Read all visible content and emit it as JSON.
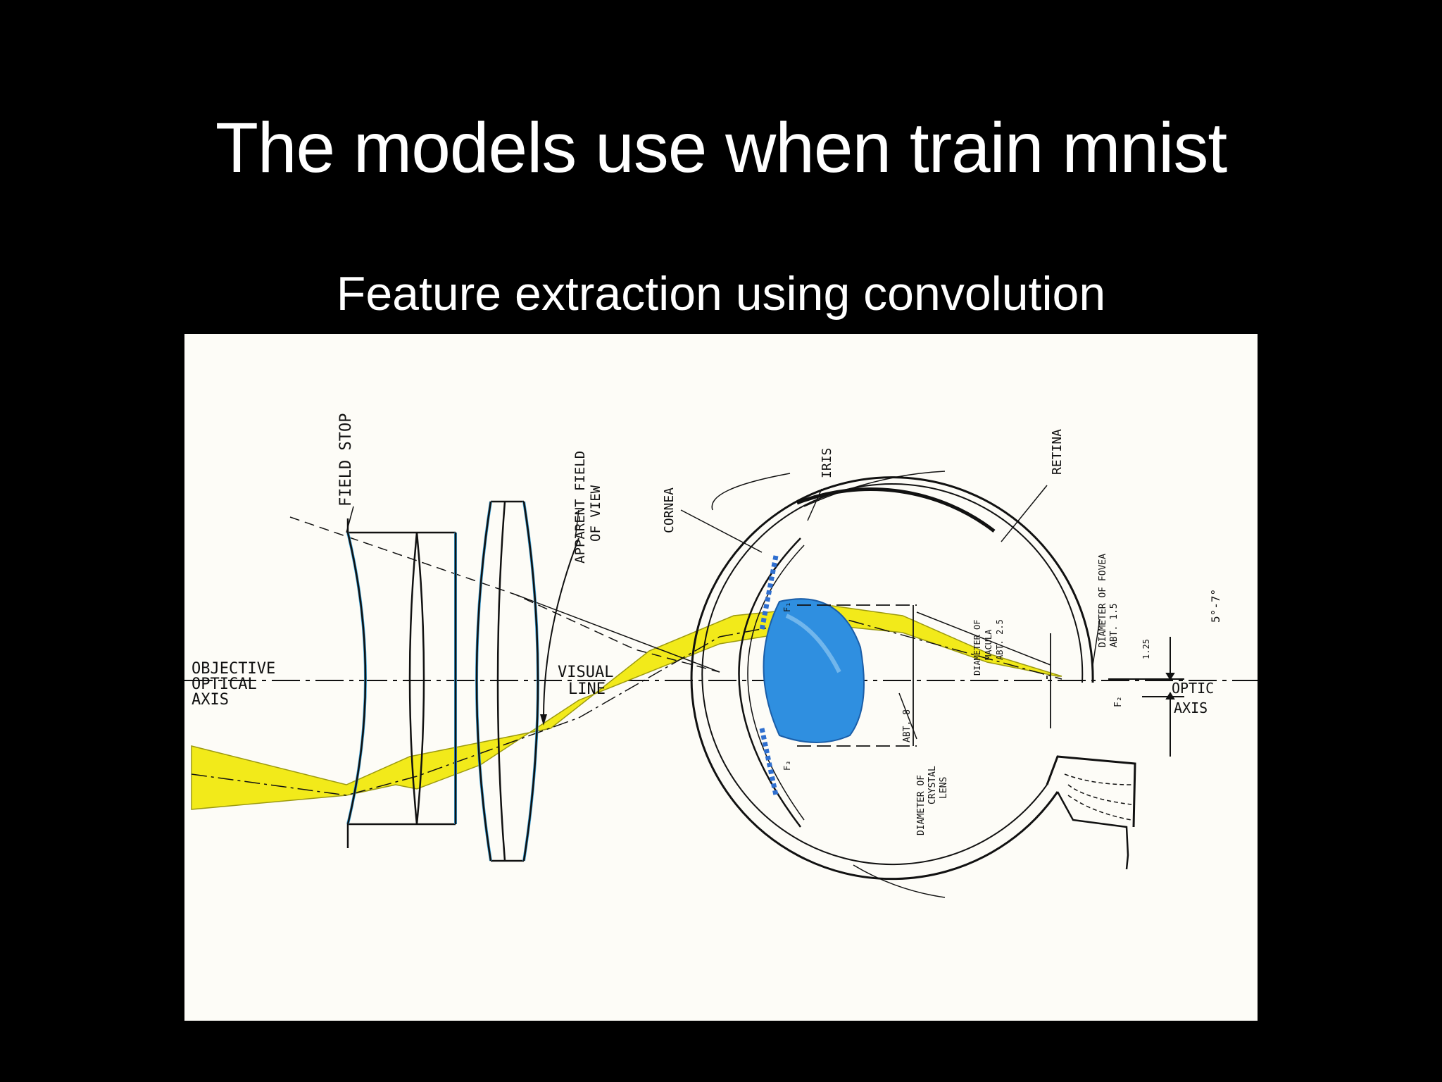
{
  "slide": {
    "title": "The models use when train mnist",
    "subtitle": "Feature extraction using convolution"
  },
  "diagram": {
    "labels": {
      "objective_axis": [
        "OBJECTIVE",
        "OPTICAL",
        "AXIS"
      ],
      "field_stop": "FIELD STOP",
      "apparent_field": [
        "APPARENT FIELD",
        "OF VIEW"
      ],
      "visual_line": [
        "VISUAL",
        "LINE"
      ],
      "cornea": "CORNEA",
      "iris": "IRIS",
      "retina": "RETINA",
      "macula": [
        "DIAMETER OF",
        "MACULA",
        "ABT. 2.5"
      ],
      "fovea": [
        "DIAMETER OF FOVEA",
        "ABT. 1.5"
      ],
      "crystal_lens": [
        "DIAMETER OF",
        "CRYSTAL",
        "LENS"
      ],
      "abt8": "ABT. 8",
      "dim_125": "1.25",
      "f2": "F₂",
      "angle": "5°-7°",
      "optic_axis": [
        "OPTIC",
        "AXIS"
      ],
      "f1": "F₁",
      "f3": "F₃"
    },
    "colors": {
      "light_beam": "#f2ea1a",
      "lens_fill": "#2f8fe0",
      "lens_outline": "#3aa0d6",
      "ink": "#111111",
      "panel": "#fdfcf7"
    }
  }
}
